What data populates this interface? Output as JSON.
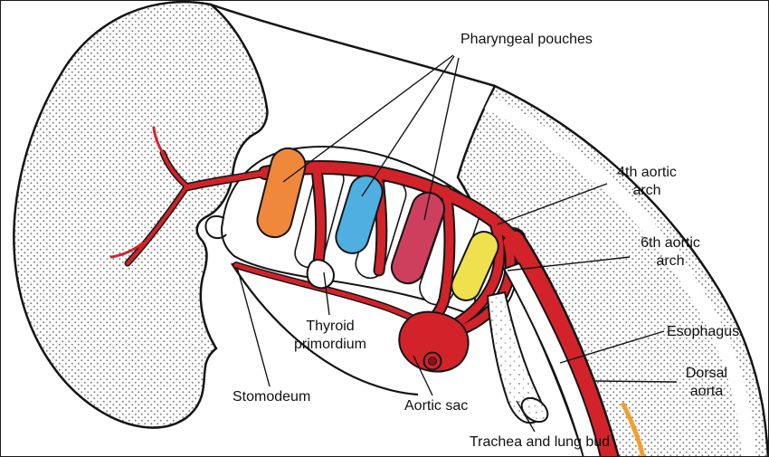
{
  "diagram": {
    "labels": {
      "pharyngeal_pouches": "Pharyngeal pouches",
      "fourth_aortic_arch": "4th aortic arch",
      "sixth_aortic_arch": "6th aortic arch",
      "esophagus": "Esophagus",
      "dorsal_aorta": "Dorsal aorta",
      "thyroid_primordium": "Thyroid primordium",
      "stomodeum": "Stomodeum",
      "aortic_sac": "Aortic sac",
      "trachea_and_lung_bud": "Trachea and lung bud"
    },
    "colors": {
      "artery": "#d2232a",
      "artery_dark": "#8e1016",
      "pouch_1": "#f0883c",
      "pouch_2": "#4fafe0",
      "pouch_3": "#ce3f5e",
      "pouch_4": "#efe14d",
      "accent_vessel": "#f2a02e",
      "outline": "#141414"
    }
  }
}
